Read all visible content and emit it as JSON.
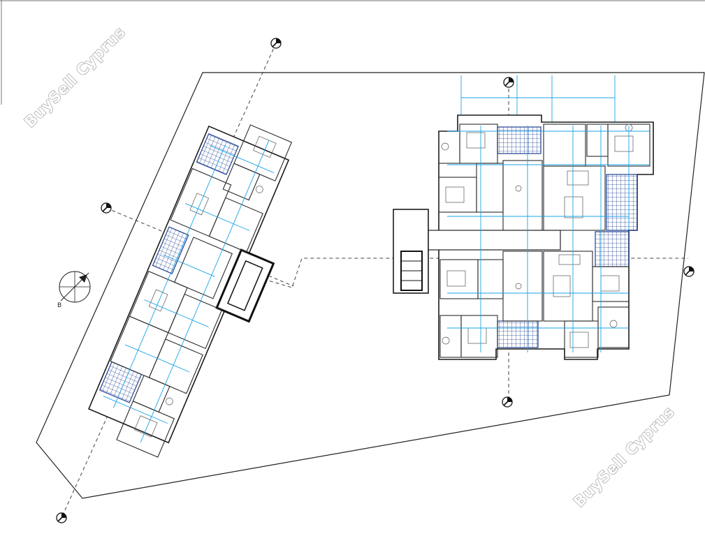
{
  "watermarks": [
    "BuySell Cyprus",
    "BuySell Cyprus"
  ],
  "compass_letter": "B",
  "colors": {
    "line": "#1a1a1a",
    "dimension": "#1aa3e8",
    "stair_hatch": "#1f3f8f",
    "watermark": "#8a8a8a"
  },
  "icons": [
    "grid-marker-icon",
    "north-arrow-icon"
  ]
}
